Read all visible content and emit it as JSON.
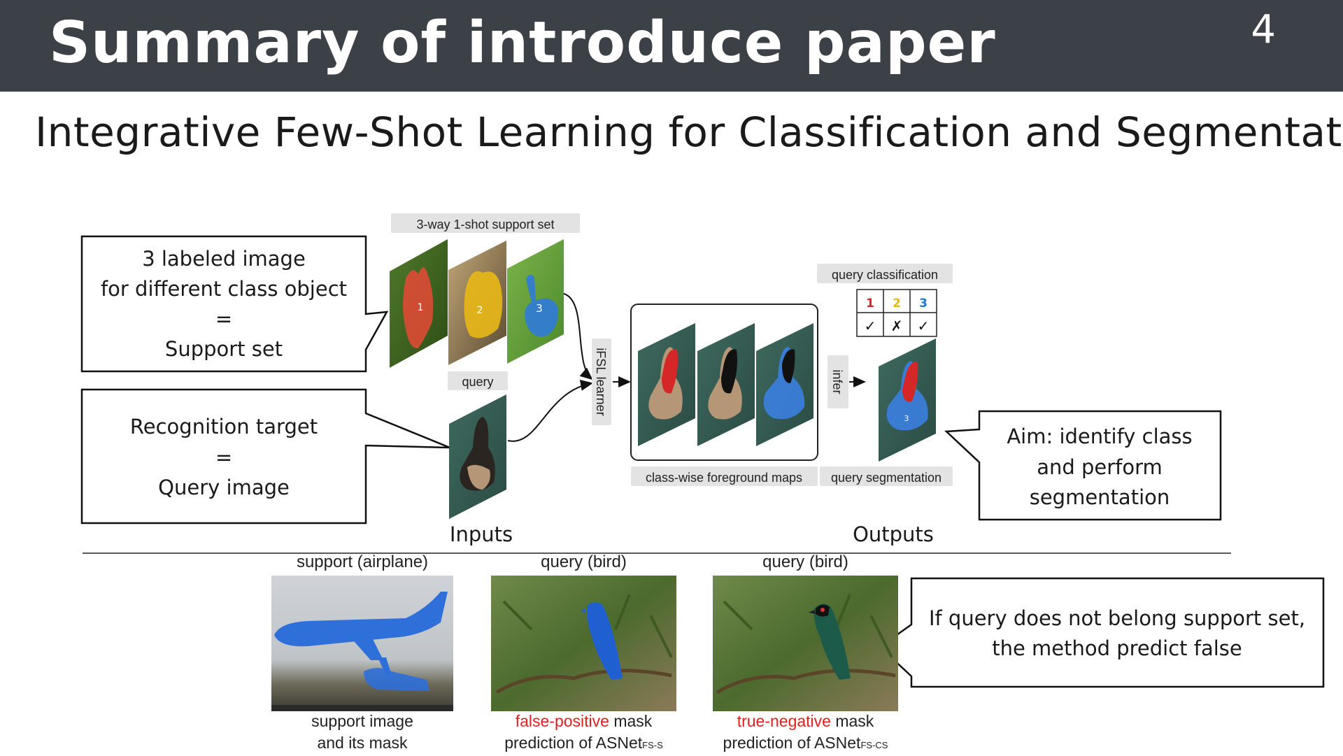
{
  "header": {
    "title": "Summary of introduce paper",
    "page_number": "4"
  },
  "subtitle": "Integrative Few-Shot Learning for Classification and Segmentation",
  "callouts": {
    "support": [
      "3 labeled image",
      "for different class object",
      "=",
      "Support set"
    ],
    "query": [
      "Recognition target",
      "=",
      "Query image"
    ],
    "aim": [
      "Aim: identify class",
      "and perform",
      "segmentation"
    ],
    "false": [
      "If query does not belong support set,",
      "the method predict false"
    ]
  },
  "diagram": {
    "support_set_tag": "3-way 1-shot support set",
    "query_tag": "query",
    "learner_tag": "iFSL learner",
    "infer_tag": "infer",
    "query_classification_tag": "query classification",
    "foreground_maps_tag": "class-wise foreground maps",
    "query_segmentation_tag": "query segmentation",
    "support_numbers": [
      "1",
      "2",
      "3"
    ],
    "classification_header": [
      "1",
      "2",
      "3"
    ],
    "classification_marks": [
      "✓",
      "✗",
      "✓"
    ],
    "inputs_label": "Inputs",
    "outputs_label": "Outputs"
  },
  "examples": [
    {
      "top": "support (airplane)",
      "caption_line1": "support image",
      "caption_line2": "and its mask"
    },
    {
      "top": "query (bird)",
      "caption_highlight": "false-positive",
      "caption_line1_rest": " mask",
      "caption_line2": "prediction of ASNet",
      "caption_sub": "FS-S"
    },
    {
      "top": "query (bird)",
      "caption_highlight": "true-negative",
      "caption_line1_rest": " mask",
      "caption_line2": "prediction of ASNet",
      "caption_sub": "FS-CS"
    }
  ],
  "colors": {
    "header_bg": "#3c4047",
    "class1": "#d62728",
    "class2": "#f0c419",
    "class3": "#1f77d4",
    "highlight": "#e02020"
  }
}
